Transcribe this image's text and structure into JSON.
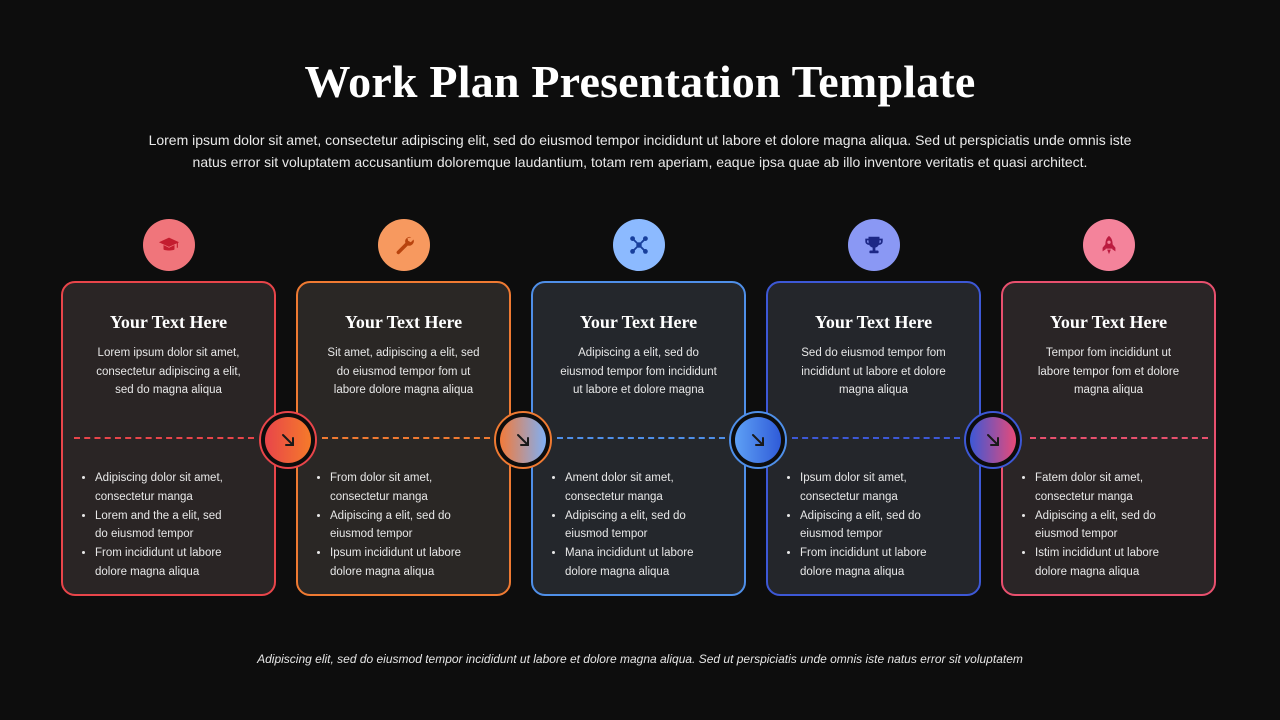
{
  "title": "Work Plan Presentation Template",
  "subtitle_line1": "Lorem ipsum dolor sit amet, consectetur adipiscing elit, sed do eiusmod tempor incididunt ut labore et dolore magna aliqua. Sed ut perspiciatis unde omnis iste",
  "subtitle_line2": "natus error sit voluptatem accusantium doloremque laudantium, totam rem aperiam, eaque ipsa quae ab illo inventore veritatis et quasi architect.",
  "footer": "Adipiscing elit, sed do eiusmod tempor incididunt ut labore et dolore magna aliqua. Sed ut perspiciatis unde omnis iste natus error sit voluptatem",
  "colors": {
    "background": "#0d0d0d",
    "card1": "#e8454a",
    "card2": "#ef7a32",
    "card3": "#4f8fe8",
    "card4": "#3d58d6",
    "card5": "#e8506e"
  },
  "cards": [
    {
      "icon": "graduation-cap-icon",
      "heading": "Your Text Here",
      "desc_lines": [
        "Lorem ipsum dolor sit amet,",
        "consectetur adipiscing a elit,",
        "sed do magna aliqua"
      ],
      "bullets": [
        [
          "Adipiscing dolor sit amet,",
          "consectetur manga"
        ],
        [
          "Lorem and the a elit, sed",
          "do eiusmod tempor"
        ],
        [
          "From incididunt ut labore",
          "dolore magna aliqua"
        ]
      ]
    },
    {
      "icon": "wrench-icon",
      "heading": "Your Text Here",
      "desc_lines": [
        "Sit amet, adipiscing a elit, sed",
        "do eiusmod tempor fom ut",
        "labore dolore magna aliqua"
      ],
      "bullets": [
        [
          "From dolor sit amet,",
          "consectetur manga"
        ],
        [
          "Adipiscing a elit, sed do",
          "eiusmod tempor"
        ],
        [
          "Ipsum incididunt ut labore",
          "dolore magna aliqua"
        ]
      ]
    },
    {
      "icon": "network-icon",
      "heading": "Your Text Here",
      "desc_lines": [
        "Adipiscing a elit, sed do",
        "eiusmod tempor fom incididunt",
        "ut labore et dolore magna"
      ],
      "bullets": [
        [
          "Ament dolor sit amet,",
          "consectetur manga"
        ],
        [
          "Adipiscing a elit, sed do",
          "eiusmod tempor"
        ],
        [
          "Mana incididunt ut labore",
          "dolore magna aliqua"
        ]
      ]
    },
    {
      "icon": "trophy-icon",
      "heading": "Your Text Here",
      "desc_lines": [
        "Sed do eiusmod tempor fom",
        "incididunt ut labore et dolore",
        "magna aliqua"
      ],
      "bullets": [
        [
          "Ipsum dolor sit amet,",
          "consectetur manga"
        ],
        [
          "Adipiscing a elit, sed do",
          "eiusmod tempor"
        ],
        [
          "From incididunt ut labore",
          "dolore magna aliqua"
        ]
      ]
    },
    {
      "icon": "rocket-icon",
      "heading": "Your Text Here",
      "desc_lines": [
        "Tempor fom incididunt ut",
        "labore tempor fom et dolore",
        "magna aliqua"
      ],
      "bullets": [
        [
          "Fatem dolor sit amet,",
          "consectetur manga"
        ],
        [
          "Adipiscing a elit, sed do",
          "eiusmod tempor"
        ],
        [
          "Istim incididunt ut labore",
          "dolore magna aliqua"
        ]
      ]
    }
  ],
  "connector_icon": "arrow-down-right-icon"
}
